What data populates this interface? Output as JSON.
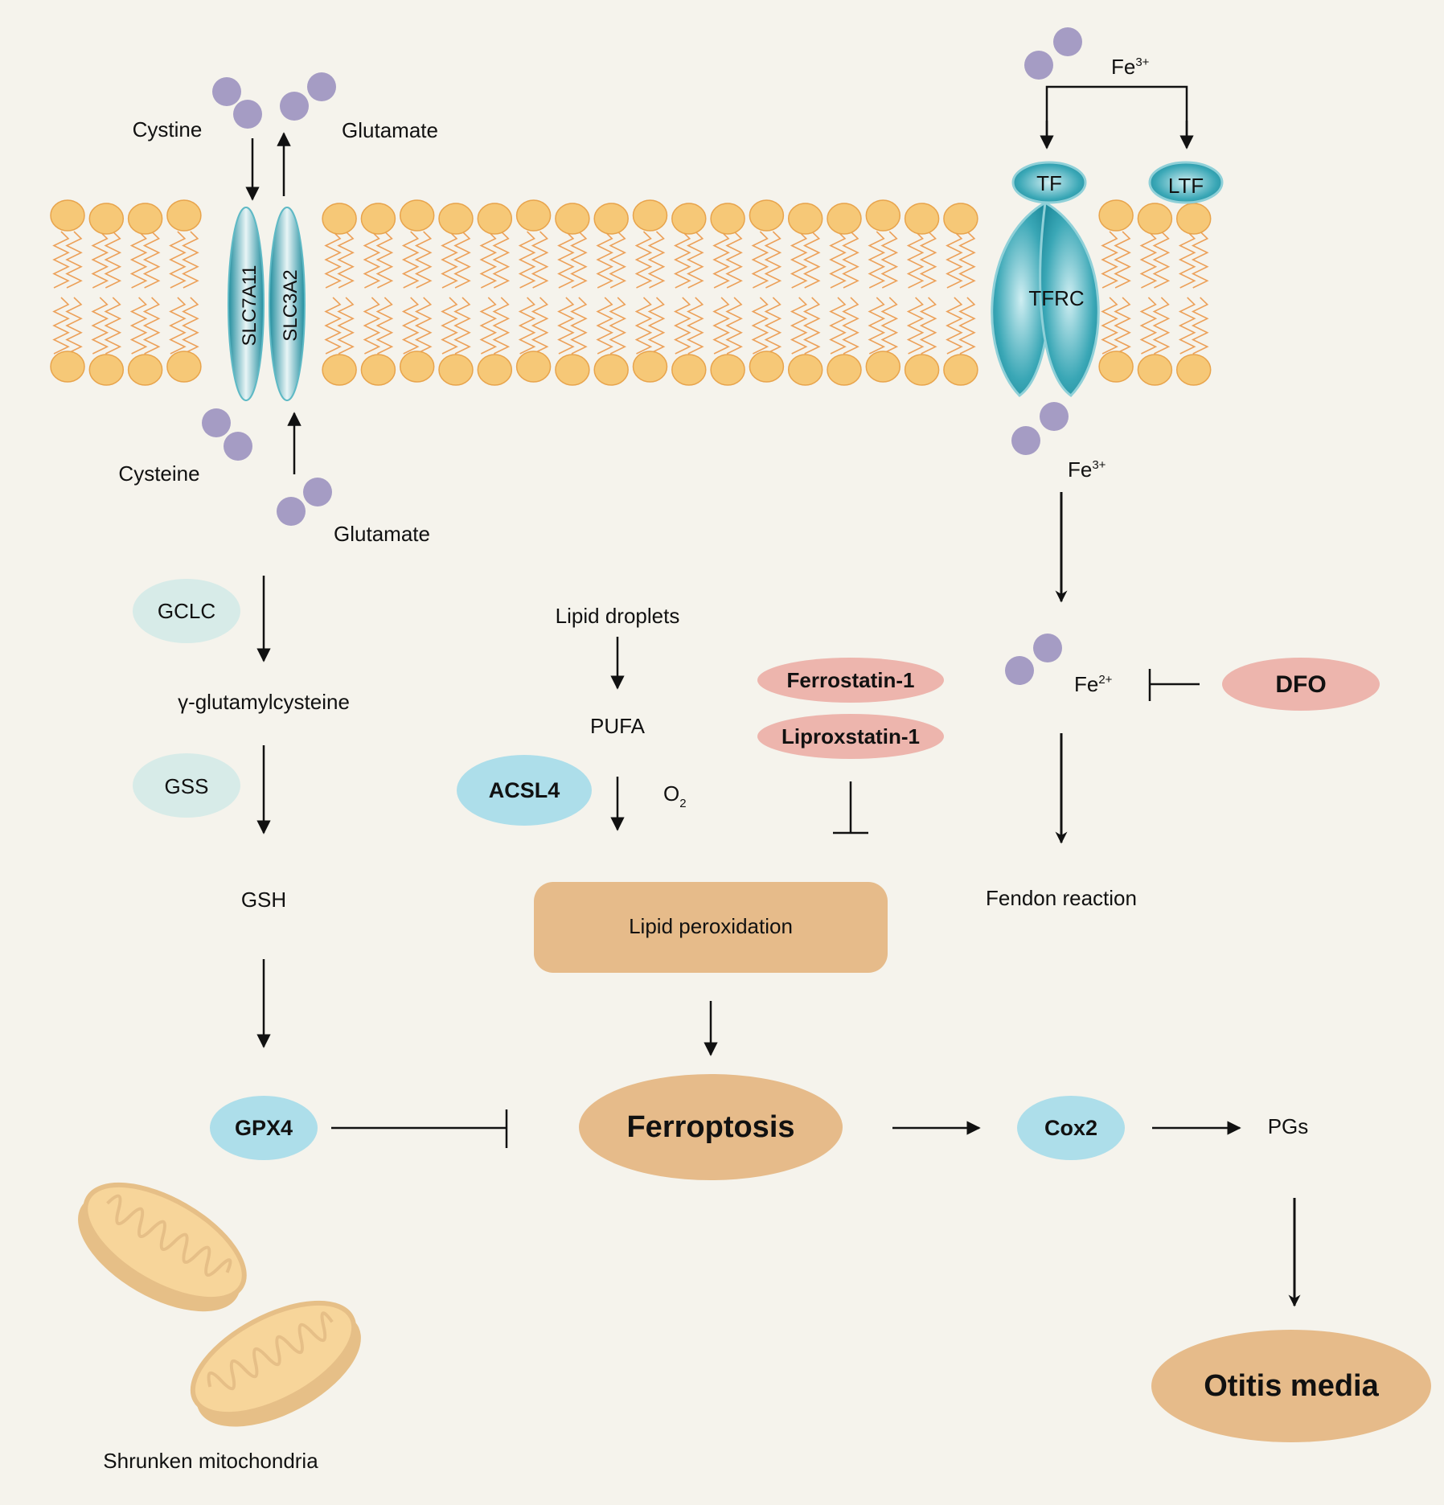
{
  "labels": {
    "cystine": "Cystine",
    "glutamate_out": "Glutamate",
    "slc7a11": "SLC7A11",
    "slc3a2": "SLC3A2",
    "cysteine": "Cysteine",
    "glutamate_in": "Glutamate",
    "fe3_top": "Fe",
    "fe3_top_sup": "3+",
    "tf": "TF",
    "ltf": "LTF",
    "tfrc": "TFRC",
    "fe3_in": "Fe",
    "fe3_in_sup": "3+",
    "gclc": "GCLC",
    "gamma_glutamylcysteine": "γ-glutamylcysteine",
    "gss": "GSS",
    "gsh": "GSH",
    "gpx4": "GPX4",
    "lipid_droplets": "Lipid droplets",
    "pufa": "PUFA",
    "acsl4": "ACSL4",
    "o2": "O",
    "o2_sub": "2",
    "ferrostatin": "Ferrostatin-1",
    "liproxstatin": "Liproxstatin-1",
    "fe2": "Fe",
    "fe2_sup": "2+",
    "dfo": "DFO",
    "fenton": "Fendon reaction",
    "lipid_peroxidation": "Lipid peroxidation",
    "ferroptosis": "Ferroptosis",
    "cox2": "Cox2",
    "pgs": "PGs",
    "otitis": "Otitis media",
    "mitochondria": "Shrunken mitochondria"
  },
  "colors": {
    "background": "#f5f3ec",
    "lipid_head": "#f6c877",
    "lipid_head_stroke": "#e8a44c",
    "lipid_tail": "#eca15a",
    "transporter": "#2a9aab",
    "molecule": "#a59cc4",
    "enzyme_light": "#d7ebe8",
    "enzyme_blue": "#addeea",
    "inhibitor_pink": "#edb5ad",
    "outcome_tan": "#e6bb8a",
    "mito_fill": "#f7d59a",
    "mito_shell": "#e6bf87"
  }
}
